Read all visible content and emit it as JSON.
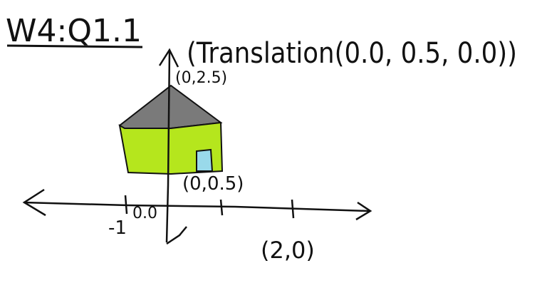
{
  "title": {
    "label": "W4:Q1.1",
    "caption": "(Translation(0.0, 0.5, 0.0))"
  },
  "labels": {
    "apex": "(0,2.5)",
    "base": "(0,0.5)",
    "origin": "0.0",
    "neg_one": "-1",
    "point": "(2,0)"
  },
  "colors": {
    "roof": "#7a7a7a",
    "wall": "#b5e61d",
    "door": "#99d9ea",
    "ink": "#111111"
  }
}
